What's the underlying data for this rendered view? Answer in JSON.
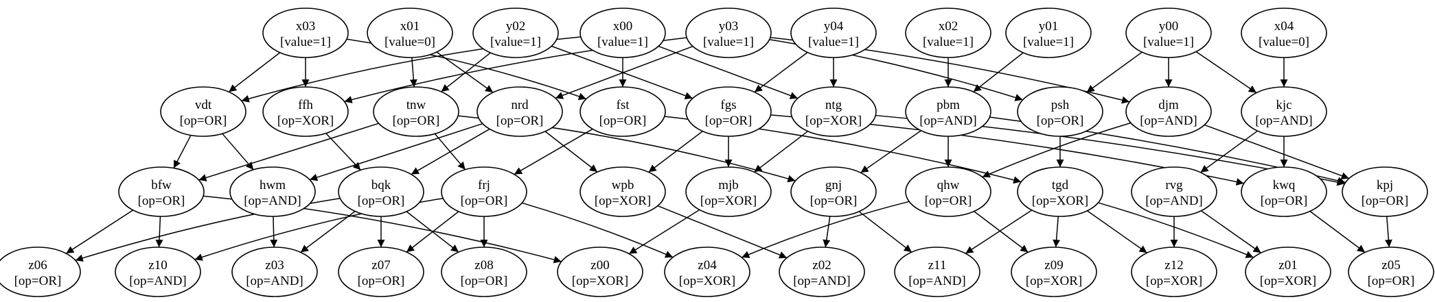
{
  "diagram": {
    "nodes": [
      {
        "id": "x03",
        "label": "x03",
        "sub": "[value=1]"
      },
      {
        "id": "x01",
        "label": "x01",
        "sub": "[value=0]"
      },
      {
        "id": "y02",
        "label": "y02",
        "sub": "[value=1]"
      },
      {
        "id": "x00",
        "label": "x00",
        "sub": "[value=1]"
      },
      {
        "id": "y03",
        "label": "y03",
        "sub": "[value=1]"
      },
      {
        "id": "y04",
        "label": "y04",
        "sub": "[value=1]"
      },
      {
        "id": "x02",
        "label": "x02",
        "sub": "[value=1]"
      },
      {
        "id": "y01",
        "label": "y01",
        "sub": "[value=1]"
      },
      {
        "id": "y00",
        "label": "y00",
        "sub": "[value=1]"
      },
      {
        "id": "x04",
        "label": "x04",
        "sub": "[value=0]"
      },
      {
        "id": "vdt",
        "label": "vdt",
        "sub": "[op=OR]"
      },
      {
        "id": "ffh",
        "label": "ffh",
        "sub": "[op=XOR]"
      },
      {
        "id": "tnw",
        "label": "tnw",
        "sub": "[op=OR]"
      },
      {
        "id": "nrd",
        "label": "nrd",
        "sub": "[op=OR]"
      },
      {
        "id": "fst",
        "label": "fst",
        "sub": "[op=OR]"
      },
      {
        "id": "fgs",
        "label": "fgs",
        "sub": "[op=OR]"
      },
      {
        "id": "ntg",
        "label": "ntg",
        "sub": "[op=XOR]"
      },
      {
        "id": "pbm",
        "label": "pbm",
        "sub": "[op=AND]"
      },
      {
        "id": "psh",
        "label": "psh",
        "sub": "[op=OR]"
      },
      {
        "id": "djm",
        "label": "djm",
        "sub": "[op=AND]"
      },
      {
        "id": "kjc",
        "label": "kjc",
        "sub": "[op=AND]"
      },
      {
        "id": "bfw",
        "label": "bfw",
        "sub": "[op=OR]"
      },
      {
        "id": "hwm",
        "label": "hwm",
        "sub": "[op=AND]"
      },
      {
        "id": "bqk",
        "label": "bqk",
        "sub": "[op=OR]"
      },
      {
        "id": "frj",
        "label": "frj",
        "sub": "[op=OR]"
      },
      {
        "id": "wpb",
        "label": "wpb",
        "sub": "[op=XOR]"
      },
      {
        "id": "mjb",
        "label": "mjb",
        "sub": "[op=XOR]"
      },
      {
        "id": "gnj",
        "label": "gnj",
        "sub": "[op=OR]"
      },
      {
        "id": "qhw",
        "label": "qhw",
        "sub": "[op=OR]"
      },
      {
        "id": "tgd",
        "label": "tgd",
        "sub": "[op=XOR]"
      },
      {
        "id": "rvg",
        "label": "rvg",
        "sub": "[op=AND]"
      },
      {
        "id": "kwq",
        "label": "kwq",
        "sub": "[op=OR]"
      },
      {
        "id": "kpj",
        "label": "kpj",
        "sub": "[op=OR]"
      },
      {
        "id": "z06",
        "label": "z06",
        "sub": "[op=OR]"
      },
      {
        "id": "z10",
        "label": "z10",
        "sub": "[op=AND]"
      },
      {
        "id": "z03",
        "label": "z03",
        "sub": "[op=AND]"
      },
      {
        "id": "z07",
        "label": "z07",
        "sub": "[op=OR]"
      },
      {
        "id": "z08",
        "label": "z08",
        "sub": "[op=OR]"
      },
      {
        "id": "z00",
        "label": "z00",
        "sub": "[op=XOR]"
      },
      {
        "id": "z04",
        "label": "z04",
        "sub": "[op=XOR]"
      },
      {
        "id": "z02",
        "label": "z02",
        "sub": "[op=AND]"
      },
      {
        "id": "z11",
        "label": "z11",
        "sub": "[op=AND]"
      },
      {
        "id": "z09",
        "label": "z09",
        "sub": "[op=XOR]"
      },
      {
        "id": "z12",
        "label": "z12",
        "sub": "[op=XOR]"
      },
      {
        "id": "z01",
        "label": "z01",
        "sub": "[op=XOR]"
      },
      {
        "id": "z05",
        "label": "z05",
        "sub": "[op=OR]"
      }
    ],
    "edges": [
      [
        "x03",
        "vdt"
      ],
      [
        "x03",
        "ffh"
      ],
      [
        "x03",
        "fst"
      ],
      [
        "x01",
        "tnw"
      ],
      [
        "x01",
        "nrd"
      ],
      [
        "y02",
        "tnw"
      ],
      [
        "y02",
        "fgs"
      ],
      [
        "x00",
        "vdt"
      ],
      [
        "x00",
        "fst"
      ],
      [
        "x00",
        "ntg"
      ],
      [
        "y03",
        "ffh"
      ],
      [
        "y03",
        "nrd"
      ],
      [
        "y03",
        "psh"
      ],
      [
        "y03",
        "djm"
      ],
      [
        "y04",
        "fgs"
      ],
      [
        "y04",
        "ntg"
      ],
      [
        "x02",
        "pbm"
      ],
      [
        "y01",
        "pbm"
      ],
      [
        "y00",
        "psh"
      ],
      [
        "y00",
        "djm"
      ],
      [
        "y00",
        "kjc"
      ],
      [
        "x04",
        "kjc"
      ],
      [
        "vdt",
        "bfw"
      ],
      [
        "vdt",
        "hwm"
      ],
      [
        "ffh",
        "bqk"
      ],
      [
        "tnw",
        "bfw"
      ],
      [
        "tnw",
        "frj"
      ],
      [
        "tnw",
        "gnj"
      ],
      [
        "nrd",
        "hwm"
      ],
      [
        "nrd",
        "bqk"
      ],
      [
        "nrd",
        "wpb"
      ],
      [
        "fst",
        "frj"
      ],
      [
        "fst",
        "tgd"
      ],
      [
        "fgs",
        "wpb"
      ],
      [
        "fgs",
        "mjb"
      ],
      [
        "fgs",
        "kwq"
      ],
      [
        "ntg",
        "mjb"
      ],
      [
        "ntg",
        "kpj"
      ],
      [
        "pbm",
        "gnj"
      ],
      [
        "pbm",
        "qhw"
      ],
      [
        "pbm",
        "kpj"
      ],
      [
        "psh",
        "tgd"
      ],
      [
        "djm",
        "qhw"
      ],
      [
        "djm",
        "kpj"
      ],
      [
        "kjc",
        "rvg"
      ],
      [
        "kjc",
        "kwq"
      ],
      [
        "bfw",
        "z06"
      ],
      [
        "bfw",
        "z10"
      ],
      [
        "bfw",
        "z00"
      ],
      [
        "hwm",
        "z03"
      ],
      [
        "bqk",
        "z06"
      ],
      [
        "bqk",
        "z03"
      ],
      [
        "bqk",
        "z07"
      ],
      [
        "bqk",
        "z08"
      ],
      [
        "frj",
        "z10"
      ],
      [
        "frj",
        "z07"
      ],
      [
        "frj",
        "z08"
      ],
      [
        "frj",
        "z04"
      ],
      [
        "wpb",
        "z02"
      ],
      [
        "mjb",
        "z00"
      ],
      [
        "gnj",
        "z02"
      ],
      [
        "gnj",
        "z11"
      ],
      [
        "qhw",
        "z04"
      ],
      [
        "qhw",
        "z09"
      ],
      [
        "tgd",
        "z11"
      ],
      [
        "tgd",
        "z09"
      ],
      [
        "tgd",
        "z12"
      ],
      [
        "tgd",
        "z01"
      ],
      [
        "rvg",
        "z12"
      ],
      [
        "rvg",
        "z01"
      ],
      [
        "kwq",
        "z05"
      ],
      [
        "kpj",
        "z05"
      ]
    ]
  }
}
